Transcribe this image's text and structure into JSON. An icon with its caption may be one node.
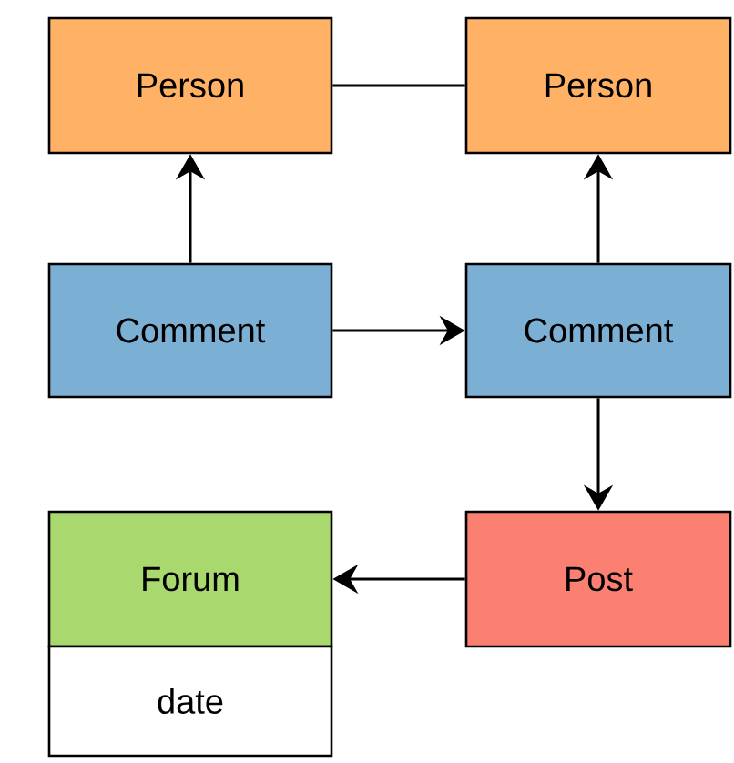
{
  "diagram": {
    "nodes": [
      {
        "text": [
          "Person"
        ]
      },
      {
        "text": [
          "Person"
        ]
      },
      {
        "text": [
          "Comment"
        ]
      },
      {
        "text": [
          "Comment"
        ]
      },
      {
        "text": [
          "Forum"
        ]
      },
      {
        "text": [
          "Post"
        ]
      },
      {
        "text": [
          "date"
        ]
      }
    ],
    "edges": [
      {
        "from": 0,
        "to": 1,
        "arrow": "none"
      },
      {
        "from": 2,
        "to": 0,
        "arrow": "to"
      },
      {
        "from": 3,
        "to": 1,
        "arrow": "to"
      },
      {
        "from": 2,
        "to": 3,
        "arrow": "to"
      },
      {
        "from": 3,
        "to": 5,
        "arrow": "to"
      },
      {
        "from": 5,
        "to": 4,
        "arrow": "to"
      }
    ]
  }
}
